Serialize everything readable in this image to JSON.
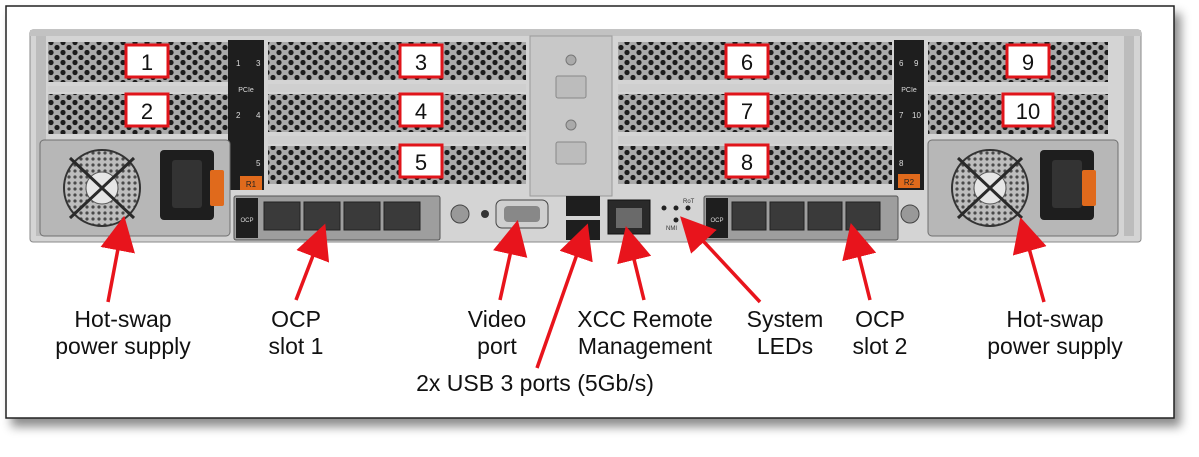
{
  "figure": {
    "slot_numbers": [
      "1",
      "2",
      "3",
      "4",
      "5",
      "6",
      "7",
      "8",
      "9",
      "10"
    ],
    "panel_markings": {
      "pcie_label": "PCIe",
      "riser1_slots": [
        "1",
        "3",
        "2",
        "4",
        "5"
      ],
      "riser2_slots": [
        "6",
        "9",
        "7",
        "10",
        "8"
      ],
      "ocp1_marking": "OCP",
      "ocp2_marking": "OCP",
      "rot_label": "RoT",
      "nmi_label": "NMI",
      "riser1_tag": "R1",
      "riser2_tag": "R2"
    },
    "callouts": {
      "psu_left": [
        "Hot-swap",
        "power supply"
      ],
      "ocp1": [
        "OCP",
        "slot 1"
      ],
      "video": [
        "Video",
        "port"
      ],
      "usb": [
        "2x USB 3 ports (5Gb/s)"
      ],
      "xcc": [
        "XCC Remote",
        "Management"
      ],
      "leds": [
        "System",
        "LEDs"
      ],
      "ocp2": [
        "OCP",
        "slot 2"
      ],
      "psu_right": [
        "Hot-swap",
        "power supply"
      ]
    },
    "colors": {
      "chassis": "#d4d4d4",
      "chassis_dark": "#9b9b9b",
      "vent_hole": "#1c1c1c",
      "slot_box_border": "#e0141a",
      "arrow": "#e8141c",
      "orange_latch": "#e06a1c",
      "riser_dark": "#1e1e1e"
    }
  }
}
